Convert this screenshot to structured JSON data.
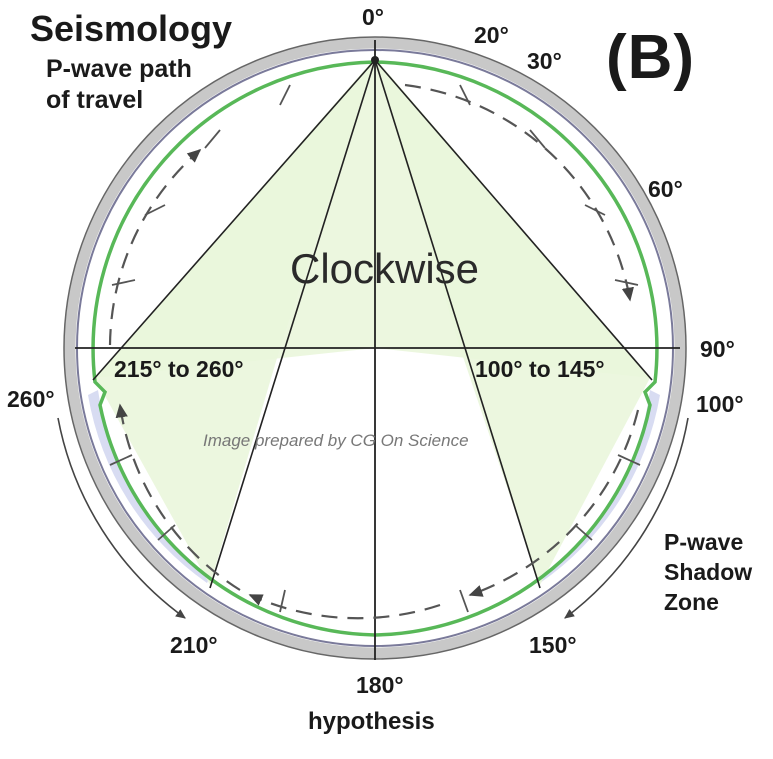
{
  "title": "Seismology",
  "subtitle_lines": [
    "P-wave path",
    "of travel"
  ],
  "panel_label": "(B)",
  "center_label": "Clockwise",
  "credit": "Image prepared by CG On Science",
  "degree_labels": {
    "d0": "0°",
    "d20": "20°",
    "d30": "30°",
    "d60": "60°",
    "d90": "90°",
    "d100": "100°",
    "d150": "150°",
    "d180": "180°",
    "d210": "210°",
    "d260": "260°"
  },
  "range_labels": {
    "left": "215° to 260°",
    "right": "100° to 145°"
  },
  "shadow_zone_lines": [
    "P-wave",
    "Shadow",
    "Zone"
  ],
  "caption": "hypothesis",
  "colors": {
    "outer_ring": "#c8c8c8",
    "mantle_outline": "#58b858",
    "wedge_fill": "#eaf6dc",
    "shadow_zone_fill": "#d8dcf2",
    "ray_line": "#222222"
  }
}
